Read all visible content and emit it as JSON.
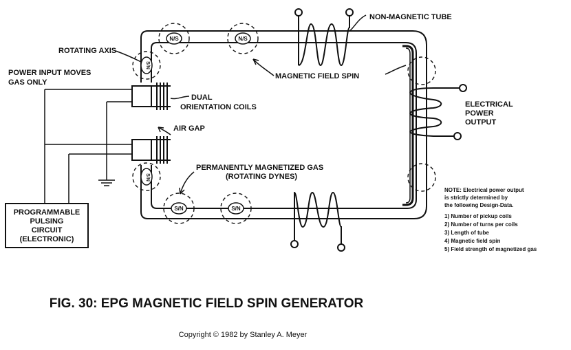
{
  "labels": {
    "non_magnetic_tube": "NON-MAGNETIC TUBE",
    "rotating_axis": "ROTATING AXIS",
    "power_input_1": "POWER INPUT MOVES",
    "power_input_2": "GAS ONLY",
    "magnetic_field_spin": "MAGNETIC FIELD SPIN",
    "dual_1": "DUAL",
    "dual_2": "ORIENTATION COILS",
    "electrical_1": "ELECTRICAL",
    "electrical_2": "POWER",
    "electrical_3": "OUTPUT",
    "air_gap": "AIR GAP",
    "perm_1": "PERMANENTLY MAGNETIZED GAS",
    "perm_2": "(ROTATING DYNES)",
    "prog_1": "PROGRAMMABLE",
    "prog_2": "PULSING",
    "prog_3": "CIRCUIT",
    "prog_4": "(ELECTRONIC)",
    "ns": "N/S",
    "sn": "S/N"
  },
  "note": {
    "l1": "NOTE: Electrical power output",
    "l2": "is strictly determined by",
    "l3": "the following Design-Data.",
    "l4": "1) Number of pickup coils",
    "l5": "2) Number of turns per coils",
    "l6": "3) Length of tube",
    "l7": "4) Magnetic field spin",
    "l8": "5) Field strength of magnetized gas"
  },
  "title": "FIG. 30: EPG MAGNETIC FIELD SPIN GENERATOR",
  "copyright": "Copyright © 1982 by Stanley A. Meyer"
}
